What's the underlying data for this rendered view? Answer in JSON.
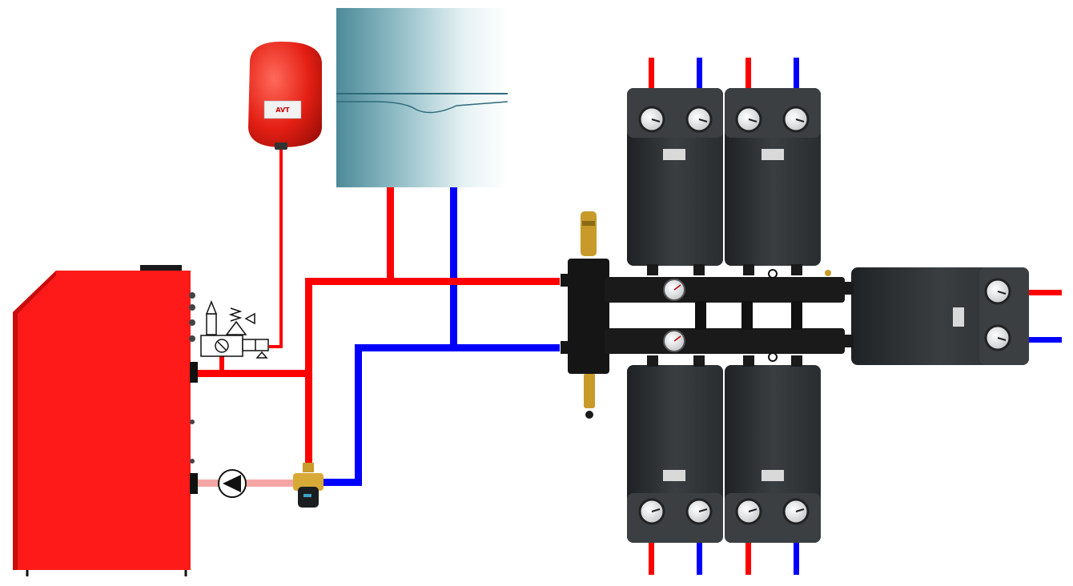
{
  "expansion_tank": {
    "logo_text": "AVT"
  },
  "colors": {
    "hot_pipe": "#ff0000",
    "cold_pipe": "#0000ff",
    "pump_line": "#f4a6a6",
    "boiler_body": "#ff1a1a",
    "pump_module": "#2e3133",
    "hydraulic_separator": "#151515",
    "wall_boiler_light": "#e6f2f4",
    "wall_boiler_dark": "#4d8a98"
  },
  "components": [
    "floor-standing-boiler",
    "wall-mounted-boiler",
    "expansion-tank",
    "safety-group",
    "circulation-pump",
    "three-way-thermostatic-valve",
    "hydraulic-separator-manifold",
    "pump-group-modules"
  ]
}
